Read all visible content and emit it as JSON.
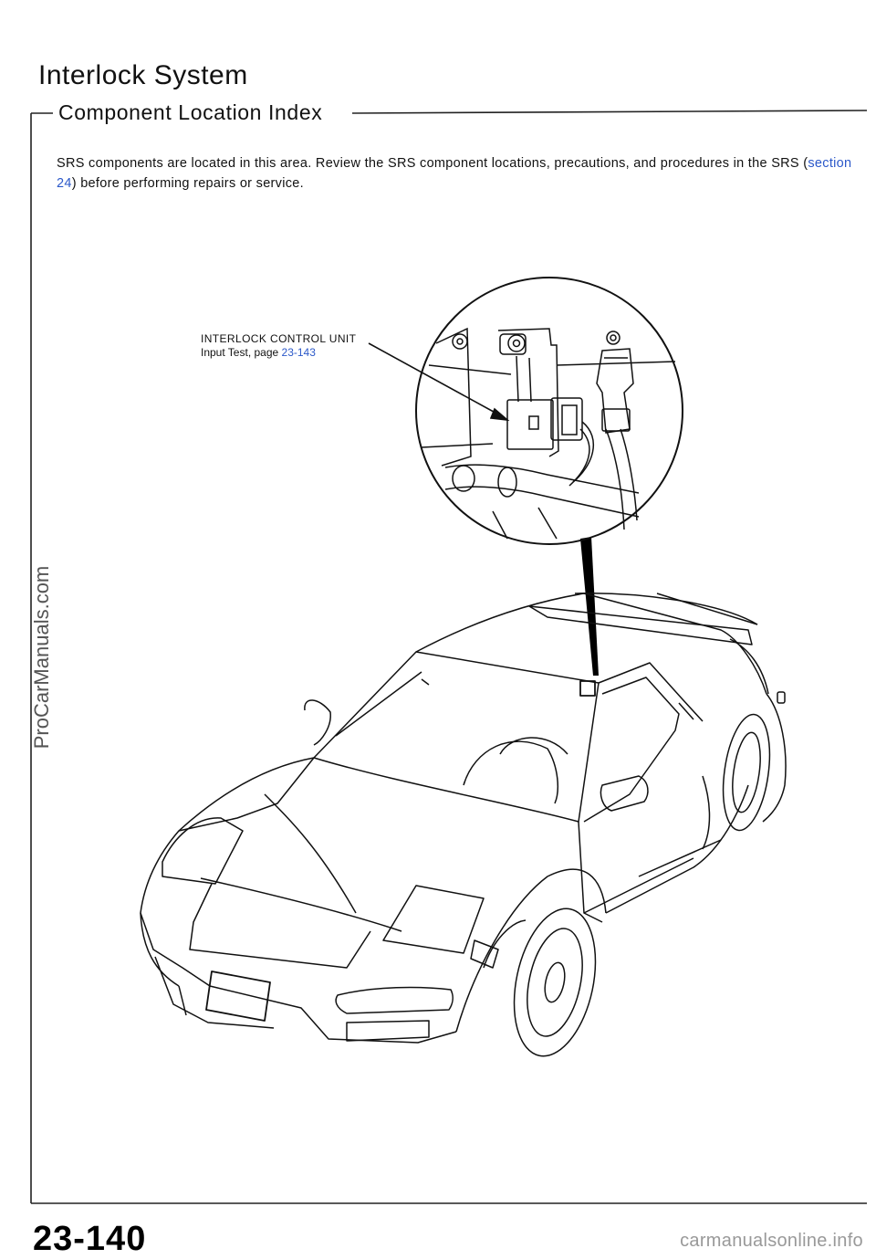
{
  "page": {
    "title": "Interlock System",
    "subtitle": "Component Location Index",
    "intro": {
      "text_before": "SRS components are located in this area. Review the SRS component locations, precautions, and procedures in the SRS (",
      "link": "section 24",
      "text_after": ") before performing repairs or service."
    },
    "callout": {
      "label": "INTERLOCK CONTROL UNIT",
      "sub_prefix": "Input Test, page ",
      "sub_link": "23-143"
    },
    "page_number": "23-140"
  },
  "watermarks": {
    "side": "ProCarManuals.com",
    "footer": "carmanualsonline.info"
  },
  "colors": {
    "link": "#2b58c9",
    "ink": "#111111"
  }
}
